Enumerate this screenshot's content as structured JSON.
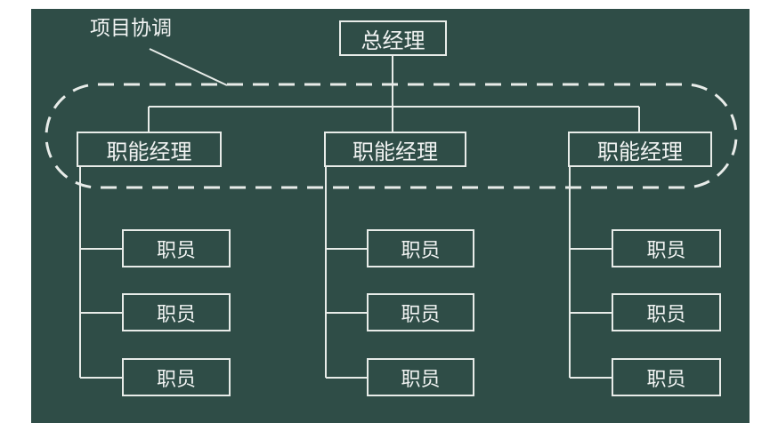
{
  "diagram": {
    "annotation": "项目协调",
    "top": {
      "label": "总经理"
    },
    "managers": [
      {
        "label": "职能经理",
        "staff": [
          "职员",
          "职员",
          "职员"
        ]
      },
      {
        "label": "职能经理",
        "staff": [
          "职员",
          "职员",
          "职员"
        ]
      },
      {
        "label": "职能经理",
        "staff": [
          "职员",
          "职员",
          "职员"
        ]
      }
    ]
  },
  "colors": {
    "background": "#2f4d47",
    "line": "#e8ece9",
    "text": "#f2f4f3"
  }
}
